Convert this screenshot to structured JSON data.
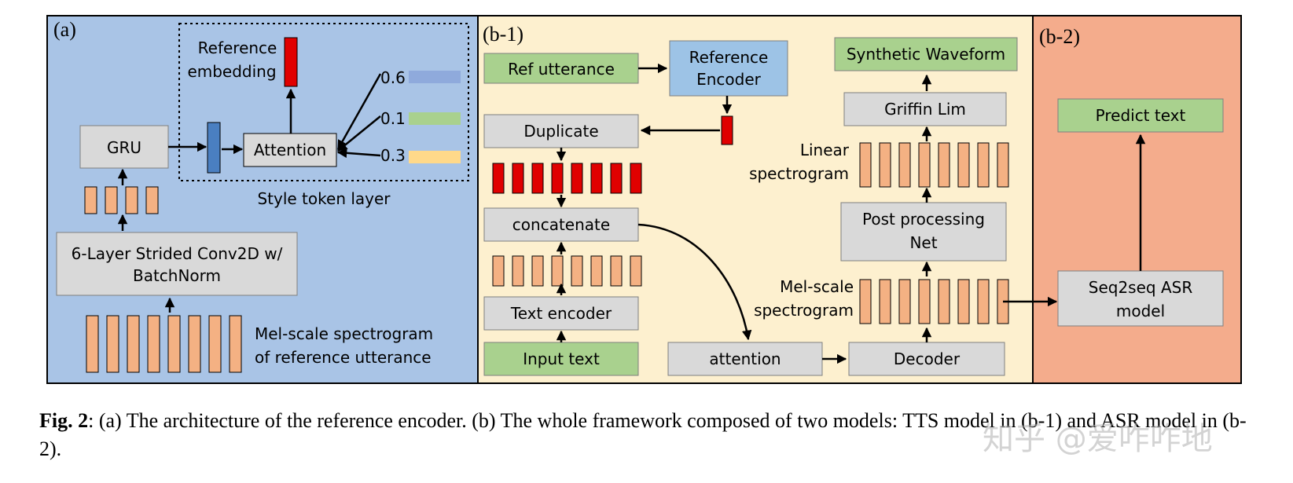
{
  "colors": {
    "panel_a": "#a9c4e6",
    "panel_b1": "#fdf0cf",
    "panel_b2": "#f4ac8c",
    "gray_box": "#d9d9d9",
    "green_box": "#a9d18e",
    "blue_box": "#9dc3e6",
    "orange_cell": "#f4b183",
    "red_cell": "#e00000",
    "gru_out": "#4a7fc1"
  },
  "panels": {
    "a": {
      "label": "(a)",
      "gru": "GRU",
      "conv": [
        "6-Layer Strided Conv2D w/",
        "BatchNorm"
      ],
      "attention": "Attention",
      "ref_embedding": [
        "Reference",
        "embedding"
      ],
      "style_token_layer": "Style token layer",
      "tokens": [
        {
          "weight": "0.6",
          "color": "#8faadc"
        },
        {
          "weight": "0.1",
          "color": "#a9d18e"
        },
        {
          "weight": "0.3",
          "color": "#ffd98a"
        }
      ],
      "mel_label": [
        "Mel-scale spectrogram",
        "of reference utterance"
      ]
    },
    "b1": {
      "label": "(b-1)",
      "ref_utterance": "Ref utterance",
      "ref_encoder": [
        "Reference",
        "Encoder"
      ],
      "duplicate": "Duplicate",
      "concatenate": "concatenate",
      "text_encoder": "Text encoder",
      "input_text": "Input text",
      "attention": "attention",
      "decoder": "Decoder",
      "mel_label": [
        "Mel-scale",
        "spectrogram"
      ],
      "post_net": [
        "Post processing",
        "Net"
      ],
      "linear_label": [
        "Linear",
        "spectrogram"
      ],
      "griffin_lim": "Griffin Lim",
      "synthetic_waveform": "Synthetic Waveform"
    },
    "b2": {
      "label": "(b-2)",
      "predict_text": "Predict text",
      "asr": [
        "Seq2seq ASR",
        "model"
      ]
    }
  },
  "caption": {
    "bold": "Fig. 2",
    "text": ": (a) The architecture of the reference encoder. (b) The whole framework composed of two models: TTS model in (b-1) and ASR model in (b-2)."
  },
  "watermark": "知乎 @爱咋咋地"
}
